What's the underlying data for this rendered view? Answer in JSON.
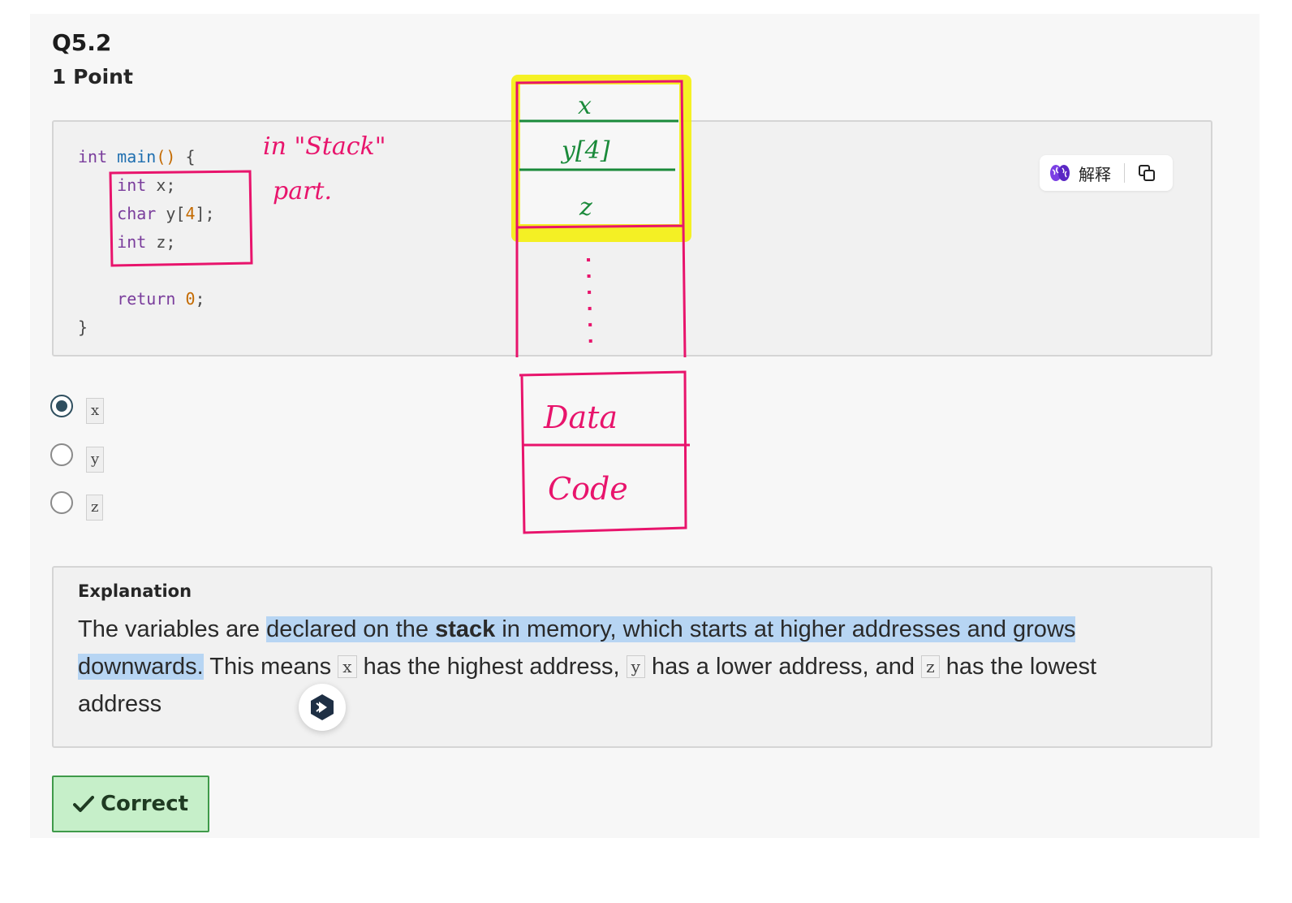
{
  "question": {
    "title": "Q5.2",
    "points": "1 Point"
  },
  "code": {
    "lines": [
      "int main() {",
      "int x;",
      "char y[4];",
      "int z;",
      "return 0;",
      "}"
    ]
  },
  "toolbar": {
    "explain_label": "解释",
    "explain_icon": "brain-icon",
    "copy_icon": "copy-icon"
  },
  "options": [
    {
      "label": "x",
      "selected": true
    },
    {
      "label": "y",
      "selected": false
    },
    {
      "label": "z",
      "selected": false
    }
  ],
  "explanation": {
    "title": "Explanation",
    "p1": "The variables are ",
    "p2": "declared on the ",
    "p3": "stack",
    "p4": " in memory, which starts at higher addresses and grows downwards.",
    "p5": " This means ",
    "c1": "x",
    "p6": " has the highest address, ",
    "c2": "y",
    "p7": " has a lower address, and ",
    "c3": "z",
    "p8": " has the lowest address"
  },
  "result": {
    "label": "Correct",
    "icon": "checkmark-icon"
  },
  "annotations": {
    "note_line1": "in \"Stack\"",
    "note_line2": "part.",
    "stack_cells": [
      "x",
      "y[4]",
      "z"
    ],
    "segments": [
      "Data",
      "Code"
    ],
    "colors": {
      "pink": "#e8146c",
      "green": "#1a8a3a",
      "yellow": "#f5f000"
    }
  }
}
